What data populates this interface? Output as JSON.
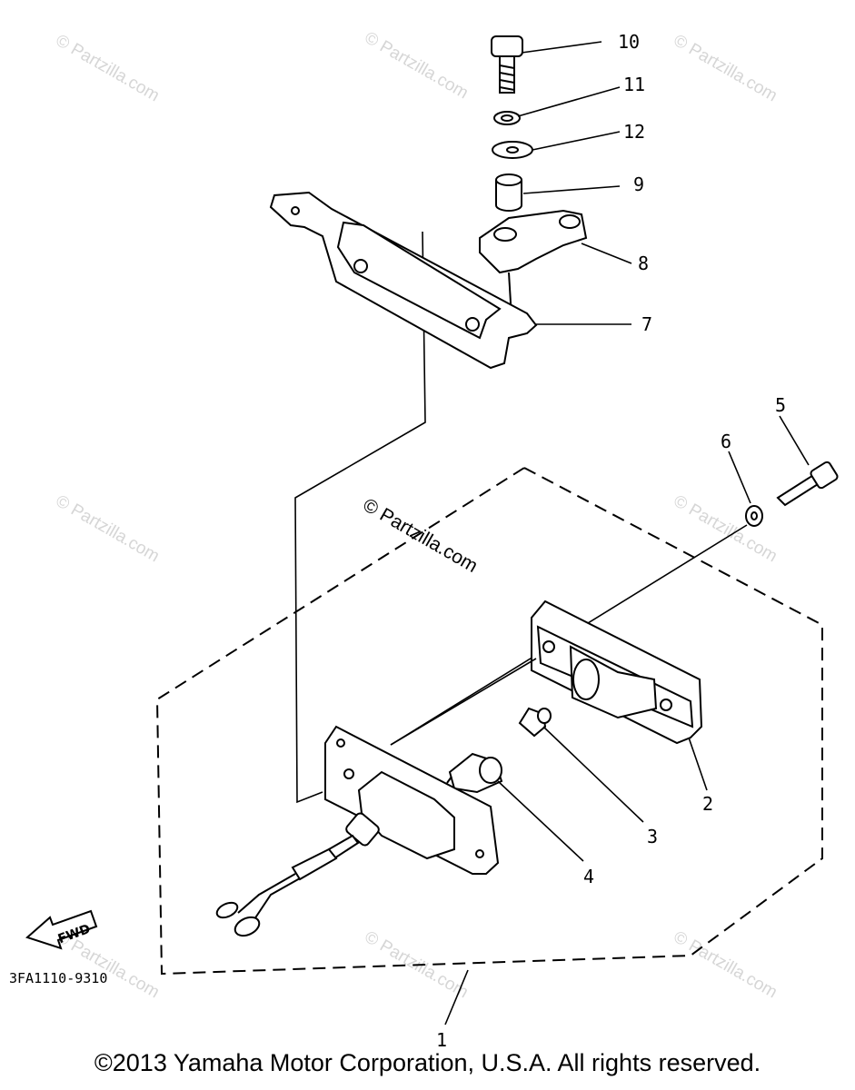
{
  "callouts": {
    "p1": "1",
    "p2": "2",
    "p3": "3",
    "p4": "4",
    "p5": "5",
    "p6": "6",
    "p7": "7",
    "p8": "8",
    "p9": "9",
    "p10": "10",
    "p11": "11",
    "p12": "12"
  },
  "diagram_code": "3FA1110-9310",
  "fwd_label": "FWD",
  "watermark": "© Partzilla.com",
  "footer": "©2013 Yamaha Motor Corporation, U.S.A. All rights reserved."
}
